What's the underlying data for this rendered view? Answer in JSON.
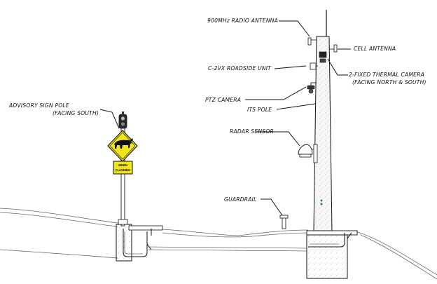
{
  "labels": {
    "radio_antenna": "900MHz RADIO ANTENNA",
    "cell_antenna": "CELL ANTENNA",
    "roadside_unit": "C-2VX ROADSIDE UNIT",
    "thermal_camera_line1": "2-FIXED THERMAL CAMERA",
    "thermal_camera_line2": "(FACING NORTH & SOUTH)",
    "ptz_camera": "PTZ CAMERA",
    "its_pole": "ITS POLE",
    "radar_sensor": "RADAR SENSOR",
    "guardrail": "GUARDRAIL",
    "advisory_line1": "ADVISORY SIGN POLE",
    "advisory_line2": "(FACING SOUTH)"
  },
  "sign": {
    "plaque_line1": "WHEN",
    "plaque_line2": "FLASHING"
  },
  "colors": {
    "sign_yellow": "#f2e41c",
    "pole_fill": "#f4f4f4",
    "line": "#111111",
    "beacon_green": "#2e8b2e"
  },
  "icons": {
    "sign_symbol": "large-animal-crossing-icon"
  }
}
